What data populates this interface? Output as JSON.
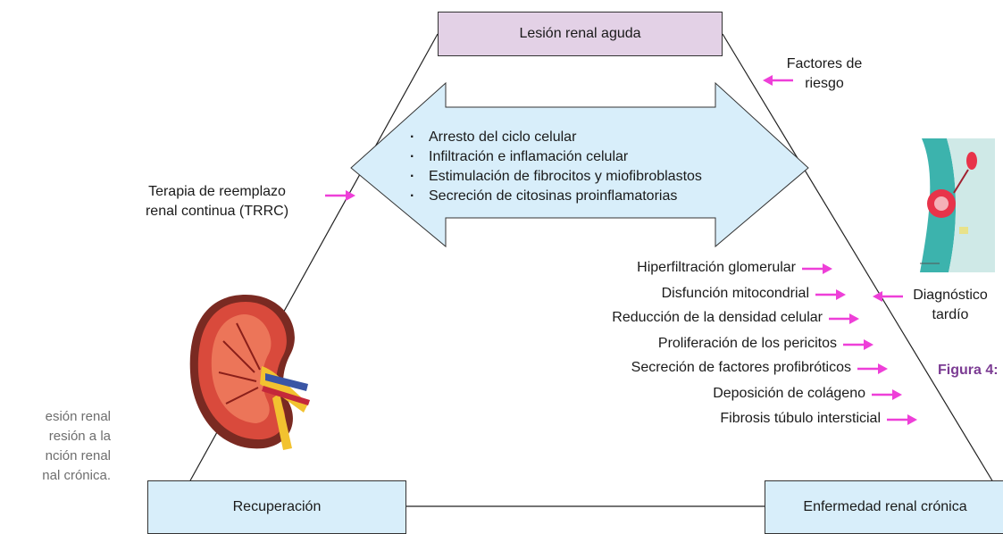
{
  "boxes": {
    "top": "Lesión renal aguda",
    "left": "Recuperación",
    "right": "Enfermedad renal crónica"
  },
  "mechanisms": [
    "Arresto del ciclo celular",
    "Infiltración e inflamación celular",
    "Estimulación de fibrocitos y miofibroblastos",
    "Secreción de citosinas proinflamatorias"
  ],
  "labels": {
    "risk_factors": [
      "Factores de",
      "riesgo"
    ],
    "trrc": [
      "Terapia de reemplazo",
      "renal continua (TRRC)"
    ],
    "late_diagnosis": [
      "Diagnóstico",
      "tardío"
    ]
  },
  "progression_factors": [
    "Hiperfiltración glomerular",
    "Disfunción mitocondrial",
    "Reducción de la densidad celular",
    "Proliferación de los pericitos",
    "Secreción de factores profibróticos",
    "Deposición de colágeno",
    "Fibrosis túbulo intersticial"
  ],
  "figure": {
    "title": "Figura 4:",
    "caption_lines": [
      "esión renal",
      "resión a la",
      "nción renal",
      "nal crónica."
    ]
  },
  "colors": {
    "arrow_magenta": "#ee3fd8",
    "top_box": "#e3d1e6",
    "light_blue": "#d8eefa",
    "figure_title": "#7b3b93"
  },
  "icons": {
    "kidney": "kidney-illustration",
    "cell": "cell-illustration"
  }
}
